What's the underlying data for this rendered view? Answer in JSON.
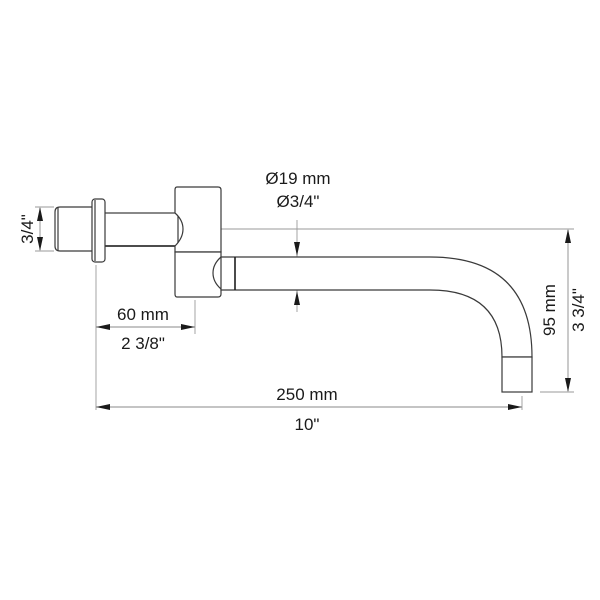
{
  "drawing": {
    "title": "Wall-mounted tub spout dimension drawing",
    "dimensions": {
      "inlet_thread": {
        "label": "3/4\""
      },
      "pipe_diameter": {
        "metric": "Ø19 mm",
        "imperial": "Ø3/4\""
      },
      "wall_offset": {
        "metric": "60 mm",
        "imperial": "2 3/8\""
      },
      "spout_length": {
        "metric": "250 mm",
        "imperial": "10\""
      },
      "spout_drop": {
        "metric": "95 mm",
        "imperial": "3 3/4\""
      }
    },
    "colors": {
      "line": "#3a3a3a",
      "dimension_line": "#8a8a8a",
      "text": "#1a1a1a",
      "background": "#ffffff"
    }
  }
}
